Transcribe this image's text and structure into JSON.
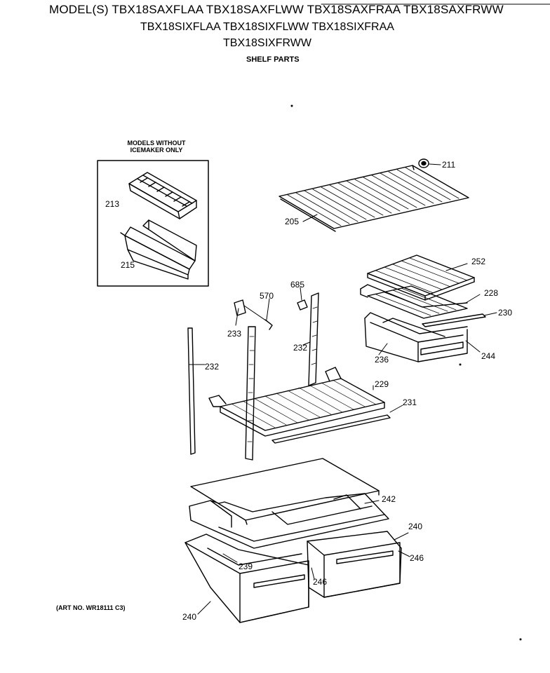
{
  "header": {
    "line1": "MODEL(S) TBX18SAXFLAA  TBX18SAXFLWW  TBX18SAXFRAA  TBX18SAXFRWW",
    "line2": "TBX18SIXFLAA  TBX18SIXFLWW  TBX18SIXFRAA",
    "line3": "TBX18SIXFRWW",
    "subtitle": "SHELF PARTS"
  },
  "inset": {
    "caption_line1": "MODELS WITHOUT",
    "caption_line2": "ICEMAKER ONLY"
  },
  "art_number": "(ART NO. WR18111 C3)",
  "parts": [
    {
      "id": "p211",
      "label": "211"
    },
    {
      "id": "p205",
      "label": "205"
    },
    {
      "id": "p213",
      "label": "213"
    },
    {
      "id": "p215",
      "label": "215"
    },
    {
      "id": "p252",
      "label": "252"
    },
    {
      "id": "p228",
      "label": "228"
    },
    {
      "id": "p230",
      "label": "230"
    },
    {
      "id": "p244",
      "label": "244"
    },
    {
      "id": "p236",
      "label": "236"
    },
    {
      "id": "p570",
      "label": "570"
    },
    {
      "id": "p685",
      "label": "685"
    },
    {
      "id": "p233",
      "label": "233"
    },
    {
      "id": "p232a",
      "label": "232"
    },
    {
      "id": "p232b",
      "label": "232"
    },
    {
      "id": "p229",
      "label": "229"
    },
    {
      "id": "p231",
      "label": "231"
    },
    {
      "id": "p242",
      "label": "242"
    },
    {
      "id": "p240a",
      "label": "240"
    },
    {
      "id": "p246a",
      "label": "246"
    },
    {
      "id": "p239",
      "label": "239"
    },
    {
      "id": "p246b",
      "label": "246"
    },
    {
      "id": "p240b",
      "label": "240"
    }
  ]
}
